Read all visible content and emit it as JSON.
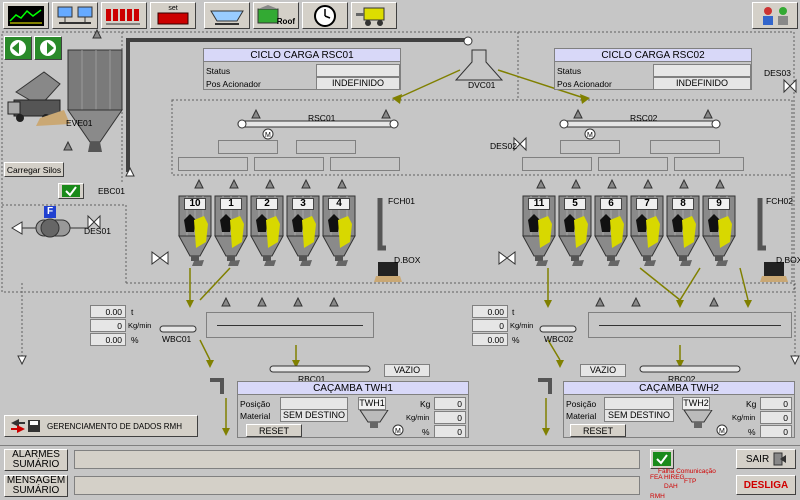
{
  "toolbar": {
    "set_label": "set",
    "roof_label": "Roof"
  },
  "eve01": "EVE01",
  "ebc01": "EBC01",
  "carregar_silos": "Carregar Silos",
  "des01": "DES01",
  "des02": "DES02",
  "des03": "DES03",
  "dvc01": "DVC01",
  "f_label": "F",
  "rsc01": {
    "title": "CICLO CARGA RSC01",
    "status_label": "Status",
    "status_value": "",
    "pos_label": "Pos Acionador",
    "pos_value": "INDEFINIDO",
    "conveyor": "RSC01"
  },
  "rsc02": {
    "title": "CICLO CARGA RSC02",
    "status_label": "Status",
    "status_value": "",
    "pos_label": "Pos Acionador",
    "pos_value": "INDEFINIDO",
    "conveyor": "RSC02"
  },
  "silos_left": [
    "10",
    "1",
    "2",
    "3",
    "4"
  ],
  "silos_right": [
    "11",
    "5",
    "6",
    "7",
    "8",
    "9"
  ],
  "fch01": "FCH01",
  "fch02": "FCH02",
  "dbox": "D.BOX",
  "left_readout": {
    "t_value": "0.00",
    "t_unit": "t",
    "kg_value": "0",
    "kg_unit": "Kg/min",
    "pct_value": "0.00",
    "pct_unit": "%"
  },
  "right_readout": {
    "t_value": "0.00",
    "t_unit": "t",
    "kg_value": "0",
    "kg_unit": "Kg/min",
    "pct_value": "0.00",
    "pct_unit": "%"
  },
  "wbc01": "WBC01",
  "wbc02": "WBC02",
  "rbc01": "RBC01",
  "rbc02": "RBC02",
  "vazio": "VAZIO",
  "twh1": {
    "title": "CAÇAMBA TWH1",
    "posicao_label": "Posição",
    "posicao_value": "",
    "material_label": "Material",
    "material_value": "SEM DESTINO",
    "reset": "RESET",
    "tag": "TWH1",
    "kg_label": "Kg",
    "kg_value": "0",
    "kgmin_label": "Kg/min",
    "kgmin_value": "0",
    "pct_label": "%",
    "pct_value": "0"
  },
  "twh2": {
    "title": "CAÇAMBA TWH2",
    "posicao_label": "Posição",
    "posicao_value": "",
    "material_label": "Material",
    "material_value": "SEM DESTINO",
    "reset": "RESET",
    "tag": "TWH2",
    "kg_label": "Kg",
    "kg_value": "0",
    "kgmin_label": "Kg/min",
    "kgmin_value": "0",
    "pct_label": "%",
    "pct_value": "0"
  },
  "gerenciamento": "GERENCIAMENTO DE DADOS RMH",
  "alarmes_line1": "ALARMES",
  "alarmes_line2": "SUMÁRIO",
  "mensagem_line1": "MENSAGEM",
  "mensagem_line2": "SUMÁRIO",
  "status_msgs": {
    "falha": "Falha Comunicação",
    "hireg": "HIREG",
    "fea": "FEA",
    "ftp": "FTP",
    "dah": "DAH",
    "rmh": "RMH"
  },
  "sair": "SAIR",
  "desliga": "DESLIGA",
  "colors": {
    "silo_material": "#d8d800",
    "line_olive": "#808000",
    "panel_header": "#d8d8f8",
    "alarm_red": "#d00000"
  }
}
